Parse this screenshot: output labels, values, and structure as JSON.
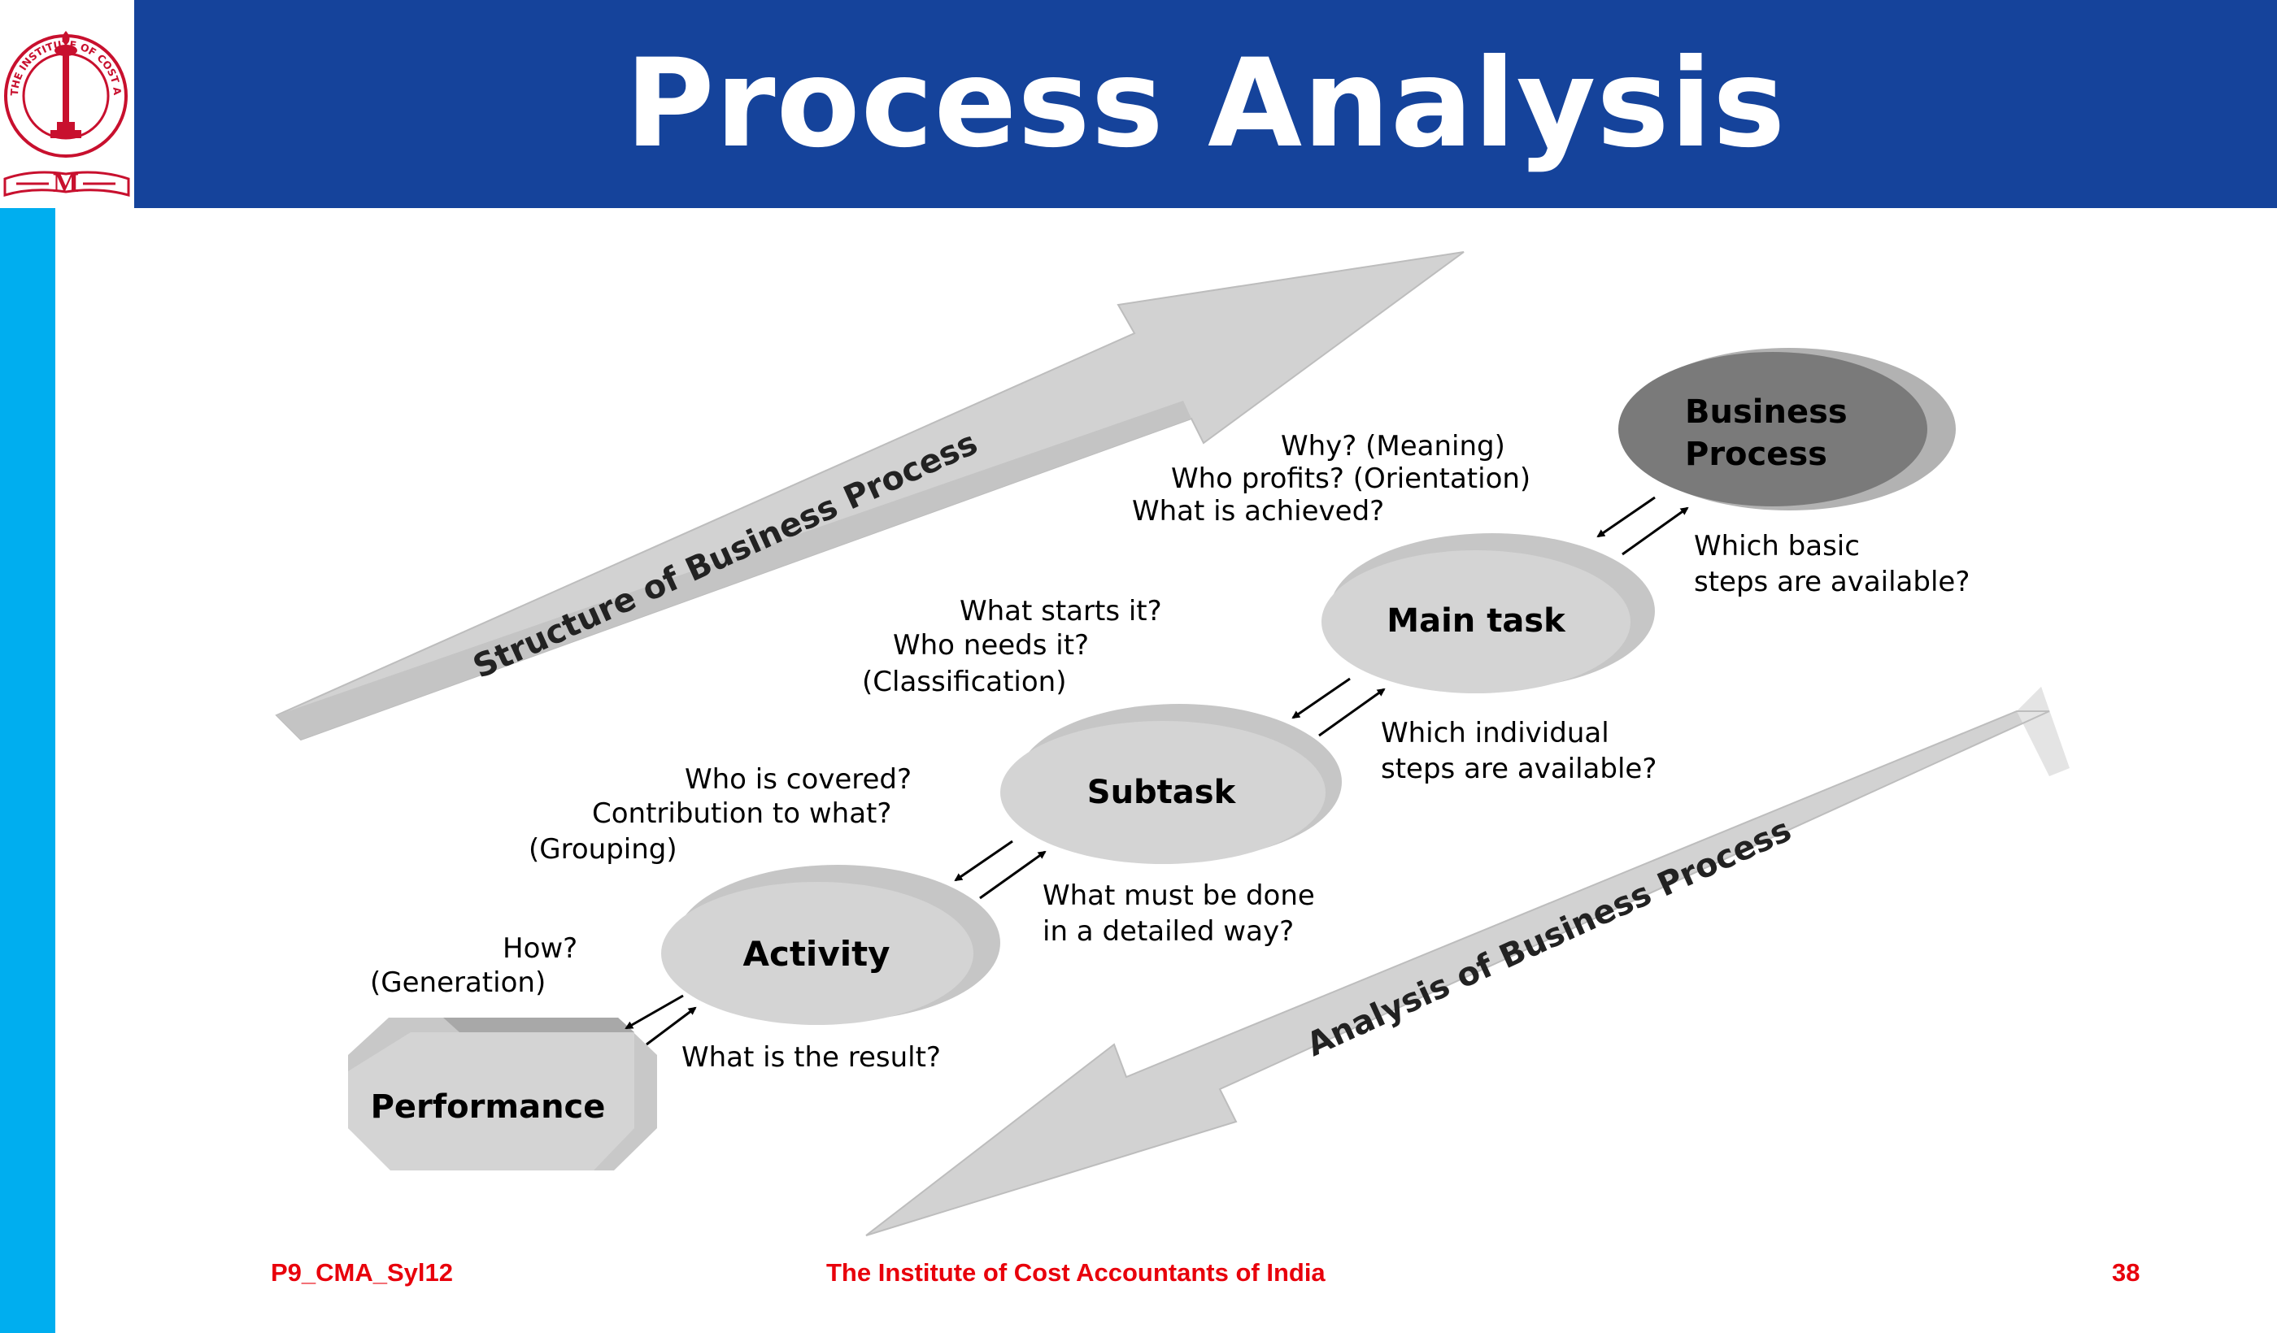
{
  "slide": {
    "title": "Process Analysis",
    "footer": {
      "left": "P9_CMA_Syl12",
      "center": "The Institute of Cost Accountants of India",
      "page": "38"
    },
    "colors": {
      "header": "#15439b",
      "left_bar": "#00aeef",
      "footer_text": "#e8000b",
      "logo": "#c8102e"
    }
  },
  "logo": {
    "ring_text": "THE INSTITUTE OF COST ACCOUNTANTS OF INDIA",
    "emblem": "lamp-emblem-icon"
  },
  "diagram": {
    "arrows": {
      "up_label": "Structure of Business Process",
      "down_label": "Analysis of Business Process"
    },
    "nodes": {
      "business_process": [
        "Business",
        "Process"
      ],
      "main_task": "Main task",
      "subtask": "Subtask",
      "activity": "Activity",
      "performance": "Performance"
    },
    "questions": {
      "why": [
        "Why? (Meaning)",
        "Who profits? (Orientation)",
        "What is achieved?"
      ],
      "which_basic": [
        "Which basic",
        "steps are available?"
      ],
      "what_starts": [
        "What starts it?",
        "Who needs it?",
        "(Classification)"
      ],
      "which_individual": [
        "Which individual",
        "steps are available?"
      ],
      "who_covered": [
        "Who is covered?",
        "Contribution to what?",
        "(Grouping)"
      ],
      "what_must": [
        "What must be done",
        "in a detailed way?"
      ],
      "how": [
        "How?",
        "(Generation)"
      ],
      "what_result": "What is the result?"
    }
  }
}
